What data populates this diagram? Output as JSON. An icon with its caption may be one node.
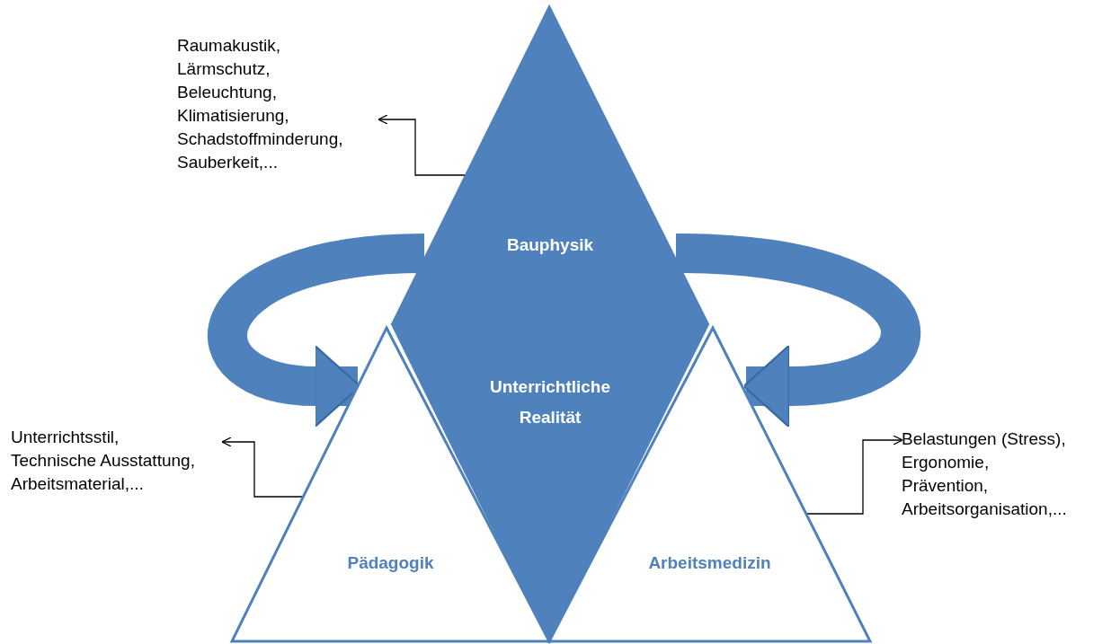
{
  "diagram": {
    "nodes": [
      {
        "text": [
          "Raumakustik,",
          "Lärmschutz,",
          "Beleuchtung,",
          "Klimatisierung,",
          "Schadstoffminderung,",
          "Sauberkeit,..."
        ]
      },
      {
        "text": [
          "Bauphysik"
        ]
      },
      {
        "text": [
          "Unterrichtliche Realität"
        ]
      },
      {
        "text": [
          "Unterrichtsstil,",
          "Technische Ausstattung,",
          "Arbeitsmaterial,..."
        ]
      },
      {
        "text": [
          "Pädagogik"
        ]
      },
      {
        "text": [
          "Belastungen (Stress),",
          "Ergonomie,",
          "Prävention,",
          "Arbeitsorganisation,..."
        ]
      },
      {
        "text": [
          "Arbeitsmedizin"
        ]
      }
    ],
    "edges": [
      {
        "from": 1,
        "to": 0,
        "arrow": "to"
      },
      {
        "from": 1,
        "to": 4,
        "arrow": "to",
        "style": "thick",
        "color": "#4f81bd"
      },
      {
        "from": 1,
        "to": 6,
        "arrow": "to",
        "style": "thick",
        "color": "#4f81bd"
      },
      {
        "from": 4,
        "to": 3,
        "arrow": "to"
      },
      {
        "from": 6,
        "to": 5,
        "arrow": "to"
      }
    ]
  }
}
